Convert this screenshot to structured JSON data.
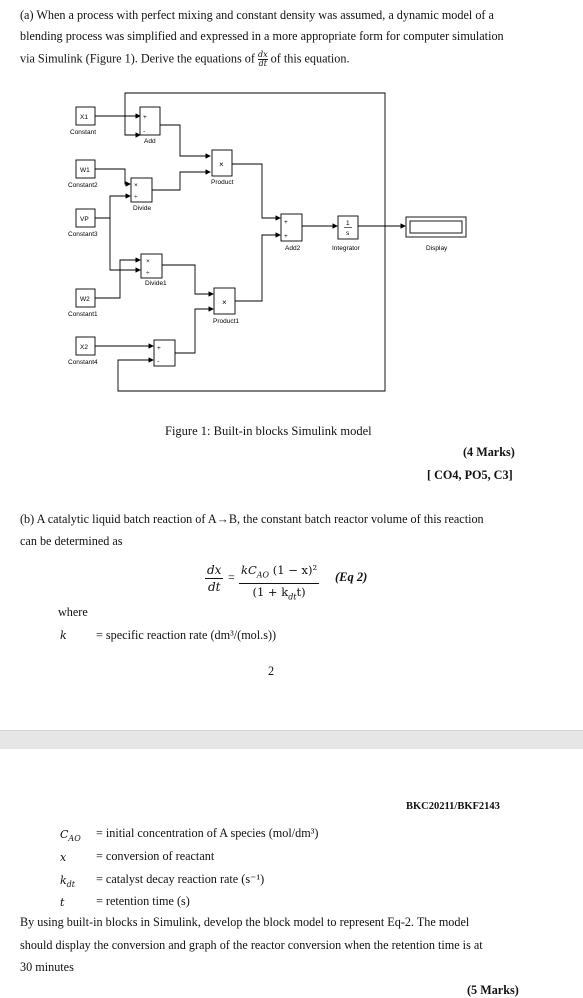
{
  "page1": {
    "q_a_line1": "(a) When a process with perfect mixing and constant density was assumed, a dynamic model of a",
    "q_a_line2": "blending process was simplified and expressed in a more appropriate form for computer simulation",
    "q_a_line3_pre": "via Simulink (Figure 1). Derive the equations of",
    "q_a_line3_frac_num": "dx",
    "q_a_line3_frac_den": "dt",
    "q_a_line3_post": "of this equation.",
    "diagram": {
      "blocks": {
        "constant_label": "Constant",
        "constant_value": "X1",
        "constant2_label": "Constant2",
        "constant2_value": "W1",
        "constant3_label": "Constant3",
        "constant3_value": "VP",
        "constant1_label": "Constant1",
        "constant1_value": "W2",
        "constant4_label": "Constant4",
        "constant4_value": "X2",
        "add_label": "Add",
        "product_label": "Product",
        "divide_label": "Divide",
        "divide1_label": "Divide1",
        "product1_label": "Product1",
        "add2_label": "Add2",
        "integrator_label": "Integrator",
        "integrator_num": "1",
        "integrator_den": "s",
        "display_label": "Display",
        "times_sign": "×",
        "divide_sign": "÷",
        "plus_sign": "+",
        "minus_sign": "-"
      }
    },
    "figure_caption": "Figure 1: Built-in blocks Simulink model",
    "marks_a": "(4 Marks)",
    "co_a": "[ CO4, PO5, C3]",
    "q_b_line1": "(b) A catalytic liquid batch reaction of A→B, the constant batch reactor volume of this reaction",
    "q_b_line2": "can be determined as",
    "eq_lhs_num": "dx",
    "eq_lhs_den": "dt",
    "eq_equals": "=",
    "eq_rhs_num": "kC",
    "eq_rhs_num_sub": "AO",
    "eq_rhs_num_rest": "(1 − x)²",
    "eq_rhs_den": "(1 + k",
    "eq_rhs_den_sub": "dt",
    "eq_rhs_den_rest": "t)",
    "eq_tag": "(Eq 2)",
    "where_label": "where",
    "k_symbol": "k",
    "k_def": "= specific reaction rate (dm³/(mol.s))",
    "page_number": "2"
  },
  "page2": {
    "header_code": "BKC20211/BKF2143",
    "defs": [
      {
        "symbol": "C",
        "sub": "AO",
        "text": "= initial concentration of A species (mol/dm³)"
      },
      {
        "symbol": "x",
        "sub": "",
        "text": "= conversion of reactant"
      },
      {
        "symbol": "k",
        "sub": "dt",
        "text": "= catalyst decay reaction rate (s⁻¹)"
      },
      {
        "symbol": "t",
        "sub": "",
        "text": "= retention time (s)"
      }
    ],
    "body_line1": "By using built-in blocks in Simulink, develop the block model to represent Eq-2.  The model",
    "body_line2": "should display the conversion and graph of the reactor conversion when the retention time is at",
    "body_line3": "30 minutes",
    "marks_b": "(5 Marks)"
  }
}
